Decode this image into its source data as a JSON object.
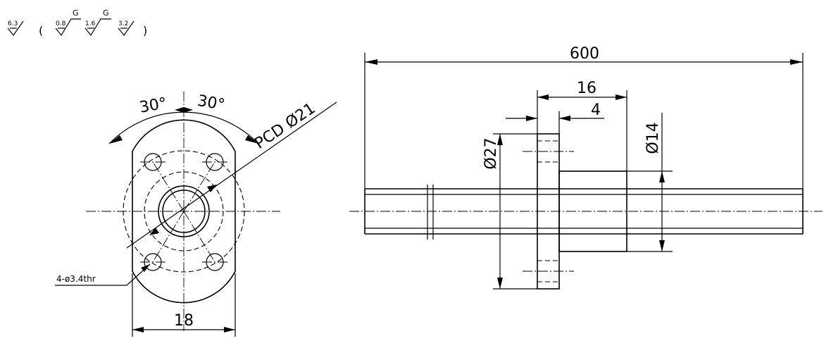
{
  "roughness": {
    "main": "6.3",
    "open_paren": "(",
    "close_paren": ")",
    "items": [
      {
        "value": "0.8",
        "grade": "G"
      },
      {
        "value": "1.6",
        "grade": "G"
      },
      {
        "value": "3.2",
        "grade": ""
      }
    ]
  },
  "front_view": {
    "angle_left": "30°",
    "angle_right": "30°",
    "pcd": "PCD Ø21",
    "hole_note": "4-ø3.4thr",
    "width": "18"
  },
  "side_view": {
    "overall_length": "600",
    "nut_length": "16",
    "flange_thickness": "4",
    "flange_diameter": "Ø27",
    "body_diameter": "Ø14"
  }
}
